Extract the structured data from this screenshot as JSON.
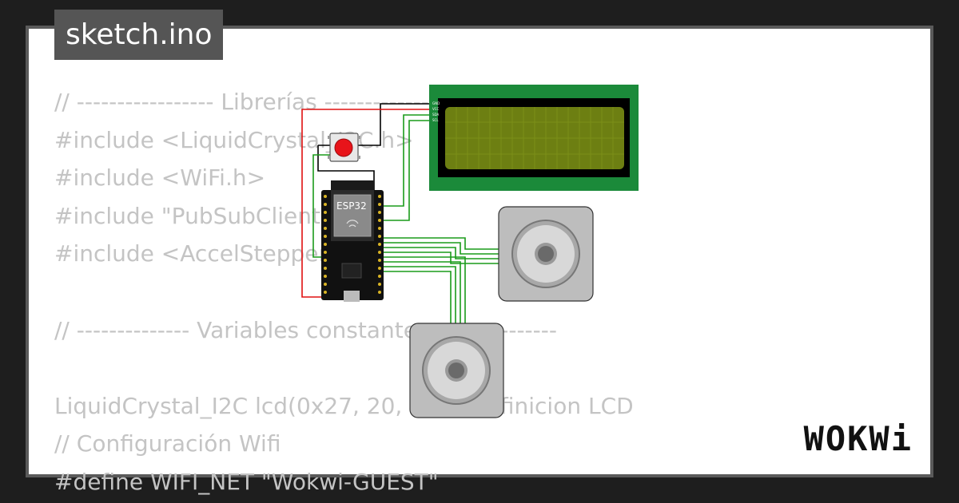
{
  "file_tab": {
    "label": "sketch.ino"
  },
  "code_lines": [
    "// ----------------- Librerías ------------------",
    "#include <LiquidCrystal_I2C.h>      // Libreria LCD",
    "#include <WiFi.h>",
    "#include \"PubSubClient.h\"",
    "#include <AccelStepper.h>",
    "",
    "// -------------- Variables constantes ---------------",
    "",
    "LiquidCrystal_I2C lcd(0x27, 20, 4); // Definicion LCD",
    "// Configuración Wifi",
    "#define WIFI_NET \"Wokwi-GUEST\""
  ],
  "board": {
    "label": "ESP32"
  },
  "lcd_pins": [
    "GND",
    "VCC",
    "SDA",
    "SCL"
  ],
  "brand": {
    "logo": "WOKWi"
  },
  "colors": {
    "lcd_pcb": "#1b8a3a",
    "lcd_screen": "#6d7f12",
    "wire_green": "#1a9b1a",
    "wire_red": "#e01010",
    "button_cap": "#e8141a"
  }
}
